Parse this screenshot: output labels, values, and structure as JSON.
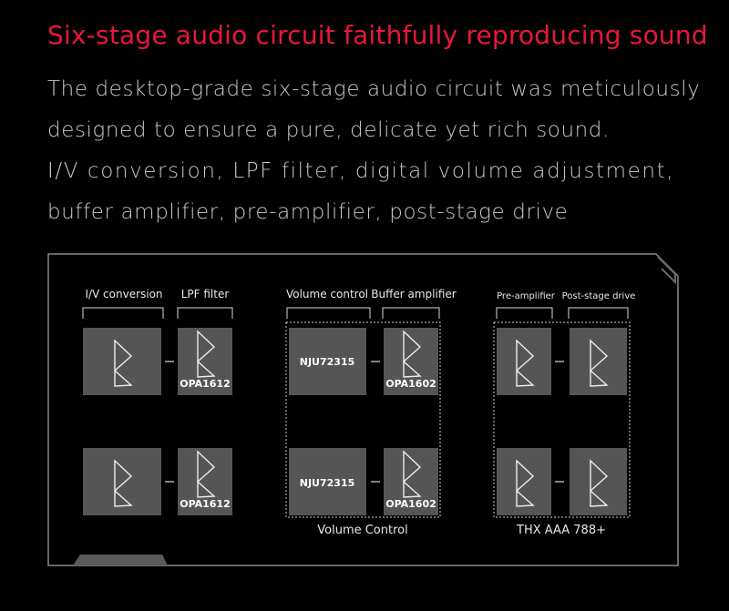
{
  "heading": "Six-stage audio circuit faithfully reproducing sound",
  "description": [
    "The desktop-grade six-stage audio circuit was meticulously",
    "designed to ensure a pure, delicate yet rich sound.",
    "I/V conversion, LPF filter, digital volume adjustment,",
    "buffer amplifier, pre-amplifier, post-stage drive"
  ],
  "stages": {
    "iv": "I/V conversion",
    "lpf": "LPF filter",
    "volume": "Volume control",
    "buffer": "Buffer amplifier",
    "pre": "Pre-amplifier",
    "post": "Post-stage drive"
  },
  "chips": {
    "lpf": "OPA1612",
    "volume": "NJU72315",
    "buffer": "OPA1602"
  },
  "groups": {
    "volume": "Volume Control",
    "amp": "THX AAA 788+"
  },
  "colors": {
    "heading": "#e8173a",
    "background": "#000000",
    "chip": "#555555"
  }
}
